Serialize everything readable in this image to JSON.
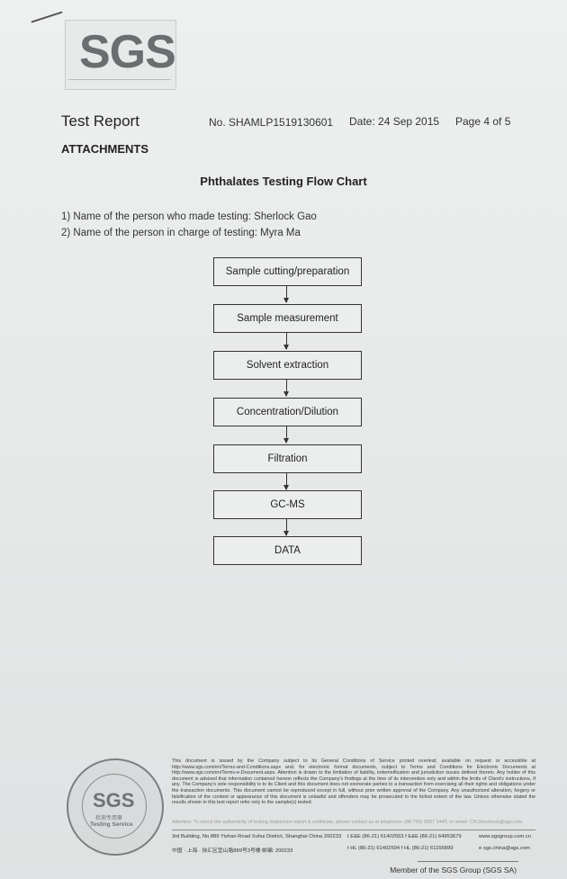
{
  "logo": {
    "text": "SGS"
  },
  "header": {
    "title": "Test Report",
    "report_no": "No. SHAMLP1519130601",
    "date": "Date: 24 Sep 2015",
    "page": "Page 4 of 5"
  },
  "section": "ATTACHMENTS",
  "chart_title": "Phthalates Testing Flow Chart",
  "persons": [
    "1) Name of the person who made testing: Sherlock Gao",
    "2) Name of the person in charge of testing: Myra Ma"
  ],
  "flow_steps": [
    "Sample cutting/preparation",
    "Sample measurement",
    "Solvent extraction",
    "Concentration/Dilution",
    "Filtration",
    "GC-MS",
    "DATA"
  ],
  "footer": {
    "disclaimer": "This document is issued by the Company subject to its General Conditions of Service printed overleaf, available on request or accessible at http://www.sgs.com/en/Terms-and-Conditions.aspx and, for electronic format documents, subject to Terms and Conditions for Electronic Documents at http://www.sgs.com/en/Terms-e-Document.aspx. Attention is drawn to the limitation of liability, indemnification and jurisdiction issues defined therein. Any holder of this document is advised that information contained hereon reflects the Company's findings at the time of its intervention only and within the limits of Client's instructions, if any. The Company's sole responsibility is to its Client and this document does not exonerate parties to a transaction from exercising all their rights and obligations under the transaction documents. This document cannot be reproduced except in full, without prior written approval of the Company. Any unauthorized alteration, forgery or falsification of the content or appearance of this document is unlawful and offenders may be prosecuted to the fullest extent of the law. Unless otherwise stated the results shown in this test report refer only to the sample(s) tested.",
    "attention": "Attention: To check the authenticity of testing /inspection report & certificate, please contact us at telephone: (86-755) 8307 1443, or email: CN.Doccheck@sgs.com",
    "address_en": "3rd Building, No.889 Yishan Road Xuhui District, Shanghai China   200233",
    "phone_en": "t E&E (86-21) 61402553   f E&E (86-21) 64953679",
    "web": "www.sgsgroup.com.cn",
    "address_cn": "中国 · 上海 · 徐汇区宜山路889号3号楼   邮编: 200233",
    "phone_cn": "t HL (86-21) 61402594   f HL (86-21) 61156899",
    "email": "e  sgs.china@sgs.com",
    "member": "Member of the SGS Group (SGS SA)"
  },
  "seal": {
    "logo": "SGS",
    "cn_label": "检测专用章",
    "en_label": "Testing Service"
  }
}
